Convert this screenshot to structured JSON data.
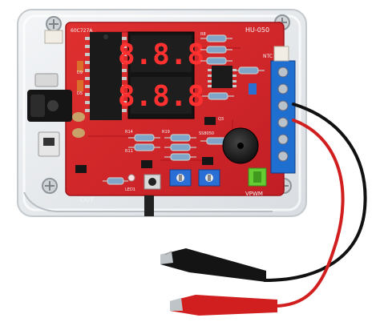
{
  "board": {
    "model_label": "HU-050",
    "chip_label": "60C727A",
    "ref_d9": "D9",
    "ref_d5": "D5",
    "ref_r8": "R8",
    "ref_r14": "R14",
    "ref_r11": "R11",
    "ref_r19": "R19",
    "ref_ntc": "NTC",
    "ref_ss8": "SS8050",
    "ref_q3": "Q3",
    "ref_vpwm": "VPWM",
    "ref_out": "OUT",
    "ref_led": "LED1"
  },
  "display": {
    "row1": "8.8.8",
    "row2": "8.8.8"
  },
  "colors": {
    "pcb": "#d3232a",
    "case": "#e9ecef",
    "terminal": "#1f6fd1",
    "potentiometer": "#2a6fd6",
    "wire_red": "#d11f1f",
    "wire_black": "#111111",
    "jumper": "#66cc33"
  }
}
